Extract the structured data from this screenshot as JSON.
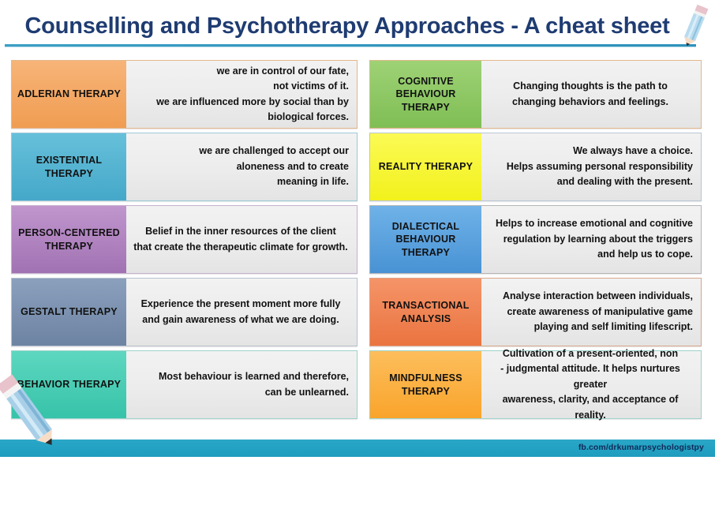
{
  "header": {
    "title": "Counselling and Psychotherapy Approaches - A cheat sheet",
    "rule_color": "#2f93bd",
    "title_color": "#1F3C72"
  },
  "decorations": {
    "pencil_top": "pencil-icon",
    "pencil_bottom": "pencil-icon",
    "pencil_body_color": "#9ec9e2",
    "pencil_eraser_color": "#e8c3cc"
  },
  "cards": [
    {
      "column": "left",
      "name": "adlerian-therapy",
      "label": "ADLERIAN THERAPY",
      "label_color": "#F5A864",
      "border_color": "#e3b88c",
      "description": "we are in control of our fate,\nnot victims of it.\nwe are influenced more by social than by\nbiological forces.",
      "align": "right"
    },
    {
      "column": "right",
      "name": "cognitive-behaviour-therapy",
      "label": "COGNITIVE\nBEHAVIOUR\nTHERAPY",
      "label_color": "#8CC863",
      "border_color": "#e3b88c",
      "description": "Changing thoughts is the path to\nchanging behaviors and feelings.",
      "align": "center"
    },
    {
      "column": "left",
      "name": "existential-therapy",
      "label": "EXISTENTIAL\nTHERAPY",
      "label_color": "#54B4D3",
      "border_color": "#9dc9d8",
      "description": "we are challenged to accept our\naloneness and to create\nmeaning in life.",
      "align": "right"
    },
    {
      "column": "right",
      "name": "reality-therapy",
      "label": "REALITY THERAPY",
      "label_color": "#F6F530",
      "border_color": "#b9c6d4",
      "description": "We always have a choice.\nHelps assuming personal responsibility\nand  dealing with the present.",
      "align": "right"
    },
    {
      "column": "left",
      "name": "person-centered-therapy",
      "label": "PERSON-CENTERED\nTHERAPY",
      "label_color": "#B083BE",
      "border_color": "#c6b0cf",
      "description": "Belief in the inner resources of the client\nthat create the therapeutic climate for growth.",
      "align": "center"
    },
    {
      "column": "right",
      "name": "dialectical-behaviour-therapy",
      "label": "DIALECTICAL\nBEHAVIOUR\nTHERAPY",
      "label_color": "#5BA3DE",
      "border_color": "#b5b5b5",
      "description": "Helps to increase  emotional and cognitive\nregulation by learning about the triggers\nand  help us to  cope.",
      "align": "right"
    },
    {
      "column": "left",
      "name": "gestalt-therapy",
      "label": "GESTALT THERAPY",
      "label_color": "#7A8FAE",
      "border_color": "#b9c2cf",
      "description": "Experience the present moment more fully\nand gain awareness of what we are doing.",
      "align": "center"
    },
    {
      "column": "right",
      "name": "transactional-analysis",
      "label": "TRANSACTIONAL\nANALYSIS",
      "label_color": "#F0834E",
      "border_color": "#d9a68c",
      "description": "Analyse interaction between individuals,\ncreate awareness of manipulative game\nplaying and self limiting lifescript.",
      "align": "right"
    },
    {
      "column": "left",
      "name": "behavior-therapy",
      "label": "BEHAVIOR\nTHERAPY",
      "label_color": "#49CCB4",
      "border_color": "#9ed3cb",
      "description": "Most behaviour is learned and therefore,\ncan be unlearned.",
      "align": "right"
    },
    {
      "column": "right",
      "name": "mindfulness-therapy",
      "label": "MINDFULNESS\nTHERAPY",
      "label_color": "#FBB03F",
      "border_color": "#9ed3cb",
      "description": "Cultivation of a present-oriented, non\n- judgmental attitude. It helps nurtures greater\nawareness, clarity, and acceptance of reality.",
      "align": "center"
    }
  ],
  "footer": {
    "url": "fb.com/drkumarpsychologistpy",
    "bar_color": "#23a2c4",
    "text_color": "#102a58"
  }
}
